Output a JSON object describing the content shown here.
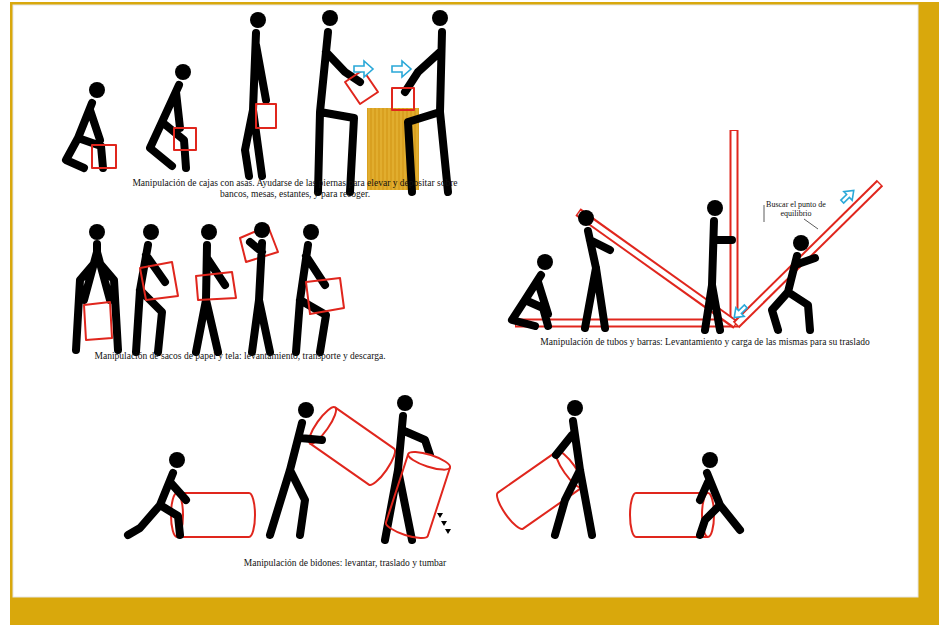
{
  "diagram": {
    "labels": [
      "Manipulación de cajas con asas. Ayudarse de las piernas para elevar y depositar sobre bancos, mesas, estantes, y para recoger.",
      "Manipulación de sacos de papel y tela: levantamiento, transporte y descarga.",
      "Manipulación de tubos y barras: Levantamiento y carga de las mismas para su traslado",
      "Buscar el punto de equilibrio",
      "Manipulación de bidones: levantar, traslado y tumbar"
    ]
  }
}
